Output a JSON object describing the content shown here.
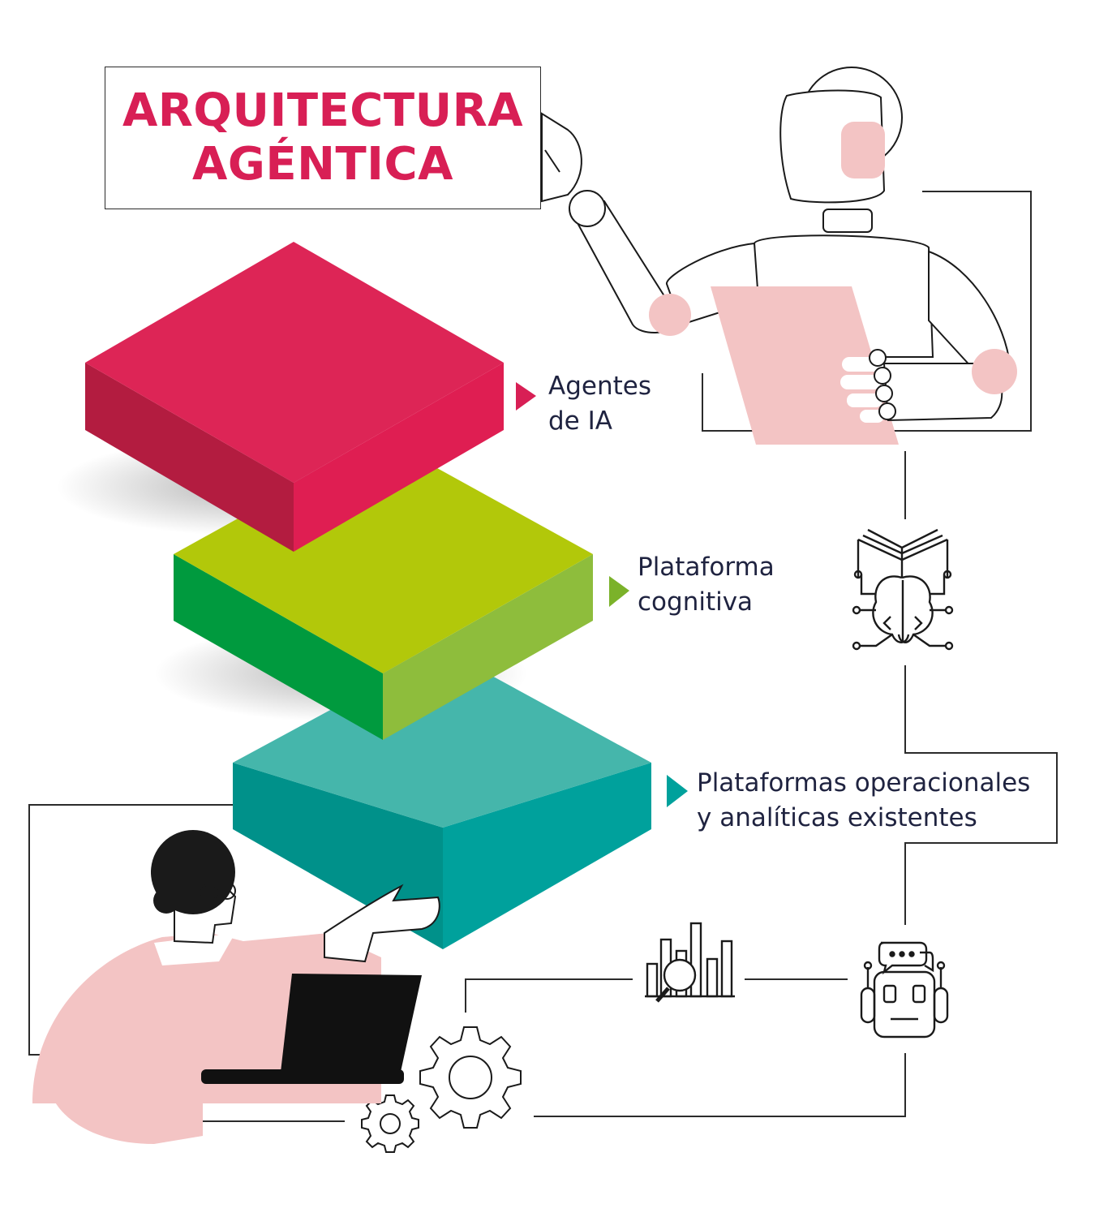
{
  "title": {
    "line1": "ARQUITECTURA",
    "line2": "AGÉNTICA"
  },
  "colors": {
    "accent": "#d81f55",
    "layer_top": "#dd2556",
    "layer_middle": "#b2c80a",
    "layer_bottom": "#45b6ab",
    "text": "#1f2340",
    "illustration_pink": "#f3c4c4"
  },
  "layers": [
    {
      "id": "agents",
      "line1": "Agentes",
      "line2": "de IA"
    },
    {
      "id": "cognitive",
      "line1": "Plataforma",
      "line2": "cognitiva"
    },
    {
      "id": "operational",
      "line1": "Plataformas operacionales",
      "line2": "y analíticas existentes"
    }
  ],
  "icons": [
    "robot-figure-icon",
    "book-brain-icon",
    "chart-magnifier-icon",
    "chatbot-icon",
    "gear-icon",
    "person-laptop-icon"
  ]
}
